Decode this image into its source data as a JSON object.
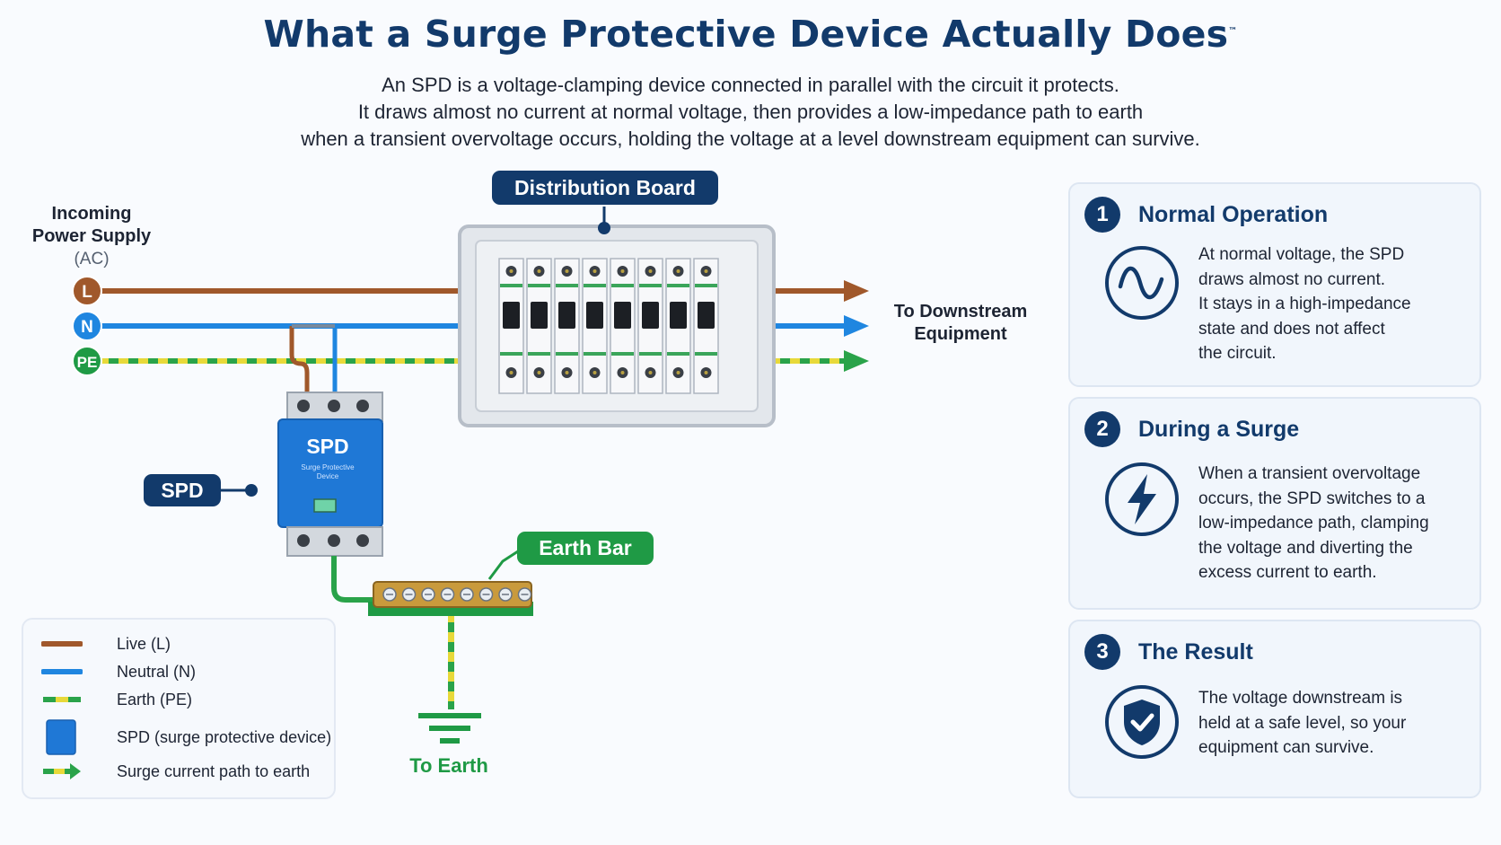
{
  "title": "What a Surge Protective Device Actually Does",
  "title_mark": "™",
  "intro": [
    "An SPD is a voltage-clamping device connected in parallel with the circuit it protects.",
    "It draws almost no current at normal voltage, then provides a low-impedance path to earth",
    "when a transient overvoltage occurs, holding the voltage at a level downstream equipment can survive."
  ],
  "supply": {
    "line1": "Incoming",
    "line2": "Power Supply",
    "line3": "(AC)"
  },
  "conductors": {
    "live": "L",
    "neutral": "N",
    "earth": "PE"
  },
  "labels": {
    "distribution_board": "Distribution Board",
    "downstream_1": "To Downstream",
    "downstream_2": "Equipment",
    "spd_tag": "SPD",
    "spd_device": "SPD",
    "spd_device_small_1": "Surge Protective",
    "spd_device_small_2": "Device",
    "earth_bar": "Earth Bar",
    "to_earth": "To Earth"
  },
  "legend": [
    {
      "text": "Live (L)",
      "icon": "live-line-swatch"
    },
    {
      "text": "Neutral (N)",
      "icon": "neutral-line-swatch"
    },
    {
      "text": "Earth (PE)",
      "icon": "earth-line-swatch"
    },
    {
      "text": "SPD (surge protective device)",
      "icon": "spd-swatch"
    },
    {
      "text": "Surge current path to earth",
      "icon": "surge-path-arrow"
    }
  ],
  "cards": [
    {
      "num": "1",
      "heading": "Normal Operation",
      "icon": "sine-wave-icon",
      "lines": [
        "At normal voltage, the SPD",
        "draws almost no current.",
        "It stays in a high-impedance",
        "state and does not affect",
        "the circuit."
      ]
    },
    {
      "num": "2",
      "heading": "During a Surge",
      "icon": "lightning-bolt-icon",
      "lines": [
        "When a transient overvoltage",
        "occurs, the SPD switches to a",
        "low-impedance path, clamping",
        "the voltage and diverting the",
        "excess current to earth."
      ]
    },
    {
      "num": "3",
      "heading": "The Result",
      "icon": "shield-check-icon",
      "lines": [
        "The voltage downstream is",
        "held at a safe level, so your",
        "equipment can survive."
      ]
    }
  ],
  "colors": {
    "navy": "#123a6b",
    "live": "#a0582b",
    "neutral": "#1f86e0",
    "earth_green": "#2aa34a",
    "earth_yellow": "#e8d93a",
    "spd_blue": "#1f78d6"
  }
}
